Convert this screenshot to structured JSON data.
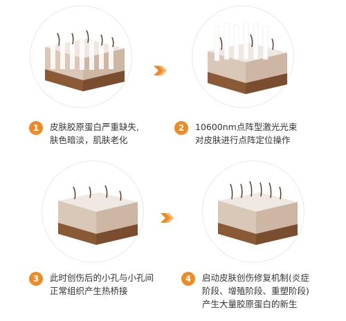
{
  "colors": {
    "accent": "#f08a24",
    "circle": "#e8e8e8",
    "skin_top": "#ece2dc",
    "skin_mid": "#c7b3a4",
    "skin_deep": "#8a5a37"
  },
  "steps": [
    {
      "number": "1",
      "lines": "皮肤胶原蛋白严重缺失,\n肤色暗淡，肌肤老化"
    },
    {
      "number": "2",
      "lines": "10600nm点阵型激光光束\n对皮肤进行点阵定位操作"
    },
    {
      "number": "3",
      "lines": "此时创伤后的小孔与小孔间\n正常组织产生热桥接"
    },
    {
      "number": "4",
      "lines": "启动皮肤创伤修复机制(炎症\n阶段、增殖阶段、重塑阶段)\n产生大量胶原蛋白的新生"
    }
  ],
  "arrows": [
    "arrow-1-to-2",
    "arrow-3-to-4"
  ]
}
